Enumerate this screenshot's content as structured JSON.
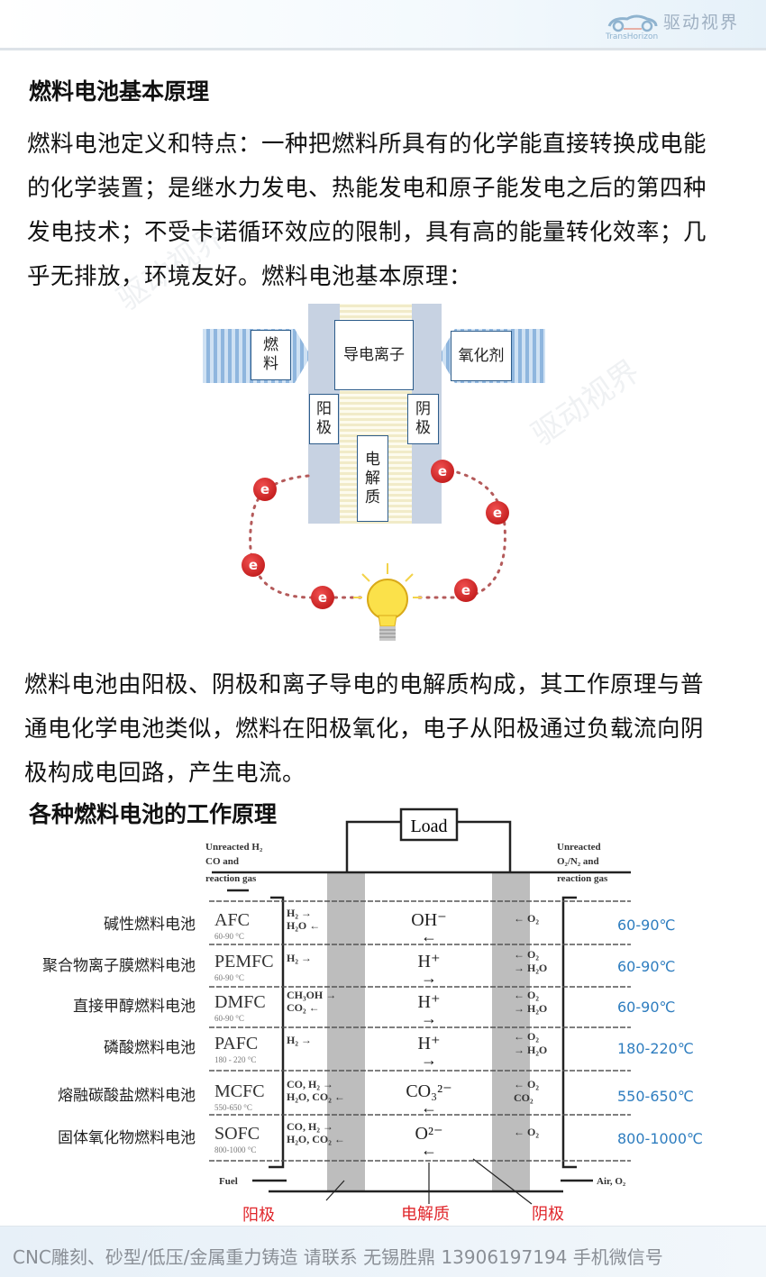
{
  "header": {
    "logo_cn": "驱动视界",
    "logo_en": "TransHorizon"
  },
  "title": "燃料电池基本原理",
  "intro_lines": [
    "燃料电池定义和特点：一种把燃料所具有的化学能直接转换成电能",
    "的化学装置；是继水力发电、热能发电和原子能发电之后的第四种",
    "发电技术；不受卡诺循环效应的限制，具有高的能量转化效率；几",
    "乎无排放，环境友好。燃料电池基本原理："
  ],
  "diagram1": {
    "fuel": "燃料",
    "ions": "导电离子",
    "oxidant": "氧化剂",
    "anode": "阳极",
    "cathode": "阴极",
    "electrolyte": "电解质",
    "electron": "e"
  },
  "desc_lines": [
    "燃料电池由阳极、阴极和离子导电的电解质构成，其工作原理与普",
    "通电化学电池类似，燃料在阳极氧化，电子从阳极通过负载流向阴",
    "极构成电回路，产生电流。"
  ],
  "subtitle": "各种燃料电池的工作原理",
  "diagram2": {
    "load": "Load",
    "left_top": [
      "Unreacted H₂",
      "CO and",
      "reaction gas"
    ],
    "right_top": [
      "Unreacted",
      "O₂/N₂ and",
      "reaction gas"
    ],
    "fuel": "Fuel",
    "air": "Air, O₂",
    "bottom": {
      "anode": "阳极",
      "electrolyte": "电解质",
      "cathode": "阴极"
    },
    "rows": [
      {
        "cn": "碱性燃料电池",
        "abbr": "AFC",
        "t_small": "60-90 °C",
        "in": [
          "H₂ →",
          "H₂O ←"
        ],
        "ion": "OH⁻",
        "dir": "←",
        "out": [
          "← O₂"
        ],
        "temp": "60-90℃"
      },
      {
        "cn": "聚合物离子膜燃料电池",
        "abbr": "PEMFC",
        "t_small": "60-90 °C",
        "in": [
          "H₂ →"
        ],
        "ion": "H⁺",
        "dir": "→",
        "out": [
          "← O₂",
          "→ H₂O"
        ],
        "temp": "60-90℃"
      },
      {
        "cn": "直接甲醇燃料电池",
        "abbr": "DMFC",
        "t_small": "60-90 °C",
        "in": [
          "CH₃OH →",
          "CO₂ ←"
        ],
        "ion": "H⁺",
        "dir": "→",
        "out": [
          "← O₂",
          "→ H₂O"
        ],
        "temp": "60-90℃"
      },
      {
        "cn": "磷酸燃料电池",
        "abbr": "PAFC",
        "t_small": "180 - 220 °C",
        "in": [
          "H₂ →"
        ],
        "ion": "H⁺",
        "dir": "→",
        "out": [
          "← O₂",
          "→ H₂O"
        ],
        "temp": "180-220℃"
      },
      {
        "cn": "熔融碳酸盐燃料电池",
        "abbr": "MCFC",
        "t_small": "550-650 °C",
        "in": [
          "CO, H₂ →",
          "H₂O, CO₂ ←"
        ],
        "ion": "CO₃²⁻",
        "dir": "←",
        "out": [
          "← O₂",
          "CO₂"
        ],
        "temp": "550-650℃"
      },
      {
        "cn": "固体氧化物燃料电池",
        "abbr": "SOFC",
        "t_small": "800-1000 °C",
        "in": [
          "CO, H₂ →",
          "H₂O, CO₂ ←"
        ],
        "ion": "O²⁻",
        "dir": "←",
        "out": [
          "← O₂"
        ],
        "temp": "800-1000℃"
      }
    ]
  },
  "footer": "CNC雕刻、砂型/低压/金属重力铸造 请联系 无锡胜鼎 13906197194 手机微信号",
  "colors": {
    "temp": "#2e7dbf",
    "red_label": "#e0262b"
  }
}
